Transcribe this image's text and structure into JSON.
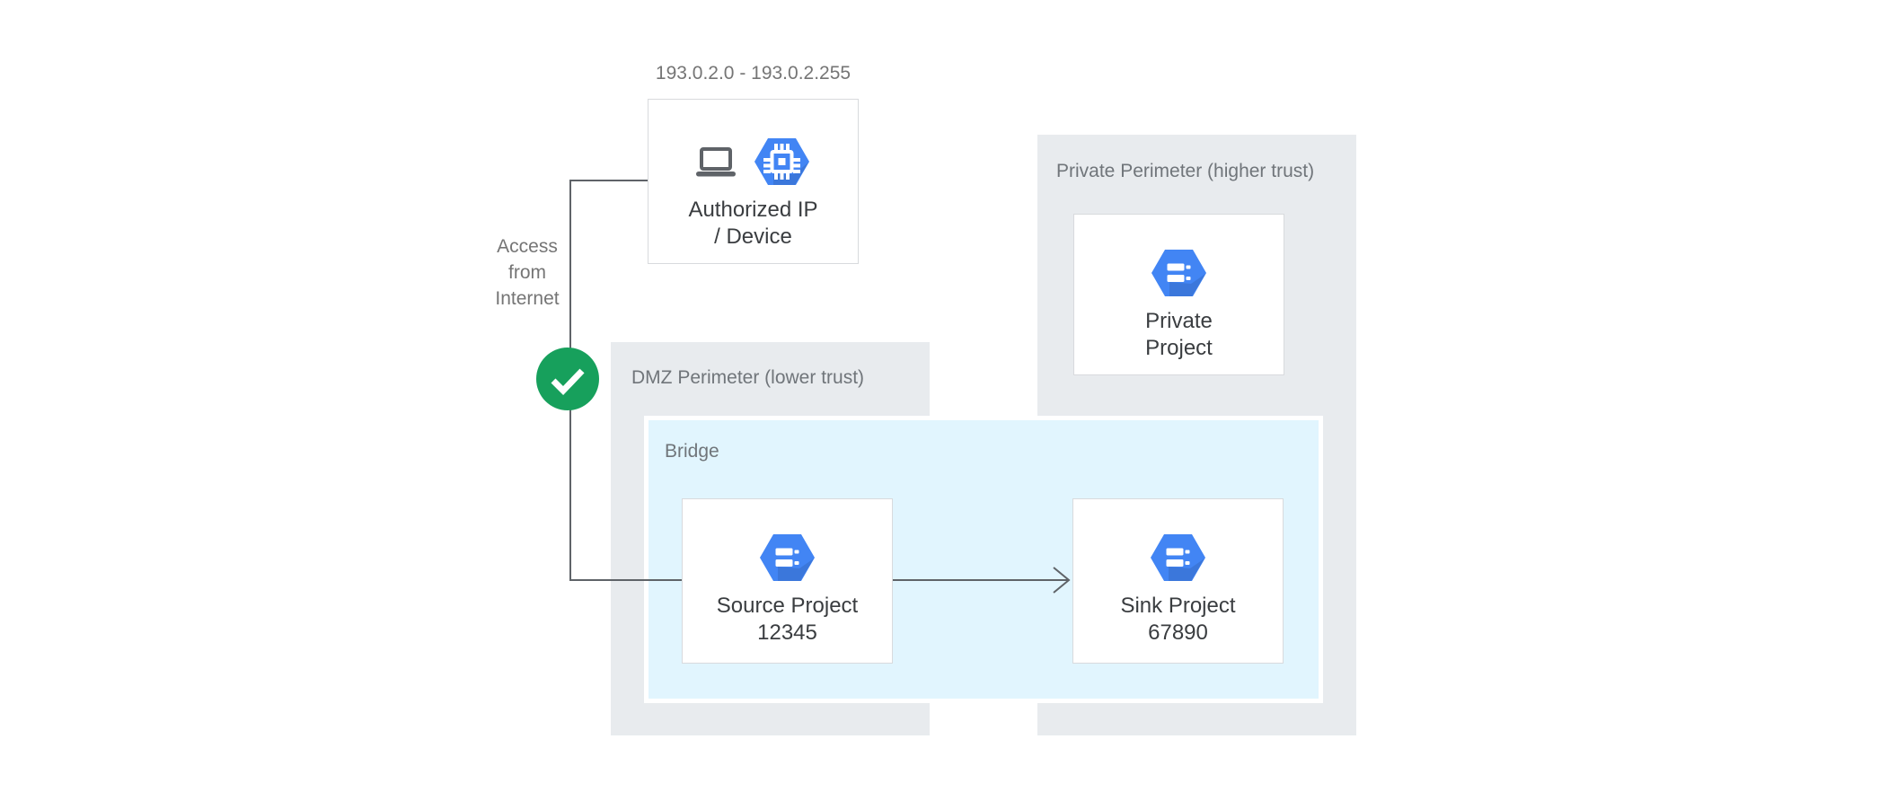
{
  "diagram": {
    "ip_range_label": "193.0.2.0 - 193.0.2.255",
    "access_label": {
      "line1": "Access",
      "line2": "from",
      "line3": "Internet"
    },
    "authorized_box": {
      "line1": "Authorized IP",
      "line2": "/ Device"
    },
    "dmz_perimeter": {
      "label": "DMZ Perimeter (lower trust)"
    },
    "bridge": {
      "label": "Bridge"
    },
    "source_box": {
      "line1": "Source Project",
      "line2": "12345"
    },
    "sink_box": {
      "line1": "Sink Project",
      "line2": "67890"
    },
    "private_perimeter": {
      "label": "Private Perimeter (higher trust)"
    },
    "private_box": {
      "line1": "Private",
      "line2": "Project"
    },
    "icons": {
      "authorized": [
        "laptop-icon",
        "compute-engine-icon"
      ],
      "source": "project-icon",
      "sink": "project-icon",
      "private": "project-icon",
      "status": "check-icon"
    },
    "colors": {
      "hexagon_blue": "#4285F4",
      "check_green": "#17A05C",
      "bridge_fill": "#E1F5FE",
      "perimeter_fill": "#E8EBEE",
      "connector_gray": "#5F6368",
      "label_gray": "#757575"
    }
  }
}
